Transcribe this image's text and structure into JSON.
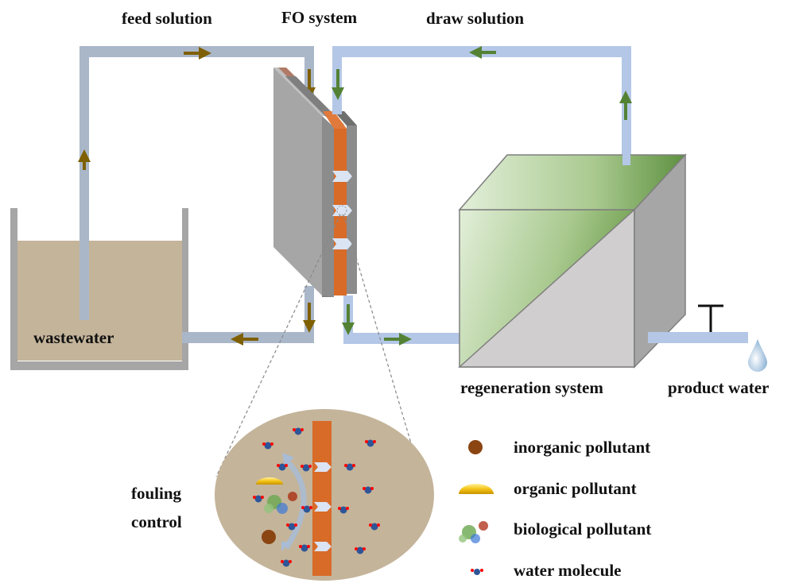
{
  "labels": {
    "feed_solution": "feed solution",
    "fo_system": "FO system",
    "draw_solution": "draw solution",
    "wastewater": "wastewater",
    "regeneration_system": "regeneration system",
    "product_water": "product water",
    "fouling_control_line1": "fouling",
    "fouling_control_line2": "control"
  },
  "legend": [
    {
      "icon": "inorganic-pollutant-icon",
      "label": "inorganic pollutant"
    },
    {
      "icon": "organic-pollutant-icon",
      "label": "organic pollutant"
    },
    {
      "icon": "biological-pollutant-icon",
      "label": "biological pollutant"
    },
    {
      "icon": "water-molecule-icon",
      "label": "water molecule"
    }
  ],
  "colors": {
    "feed_pipe": "#aab7c9",
    "draw_pipe": "#b4c7e7",
    "feed_arrow": "#7f6000",
    "draw_arrow": "#548235",
    "membrane": "#d86b28",
    "module_gray": "#a6a6a6",
    "wastewater": "#c4b49a",
    "regen_green": "#70ad47",
    "regen_gray": "#d0cece",
    "inorganic": "#8b4513",
    "organic": "#f5c518",
    "water_o": "#2e5597",
    "water_h": "#ff0000"
  }
}
